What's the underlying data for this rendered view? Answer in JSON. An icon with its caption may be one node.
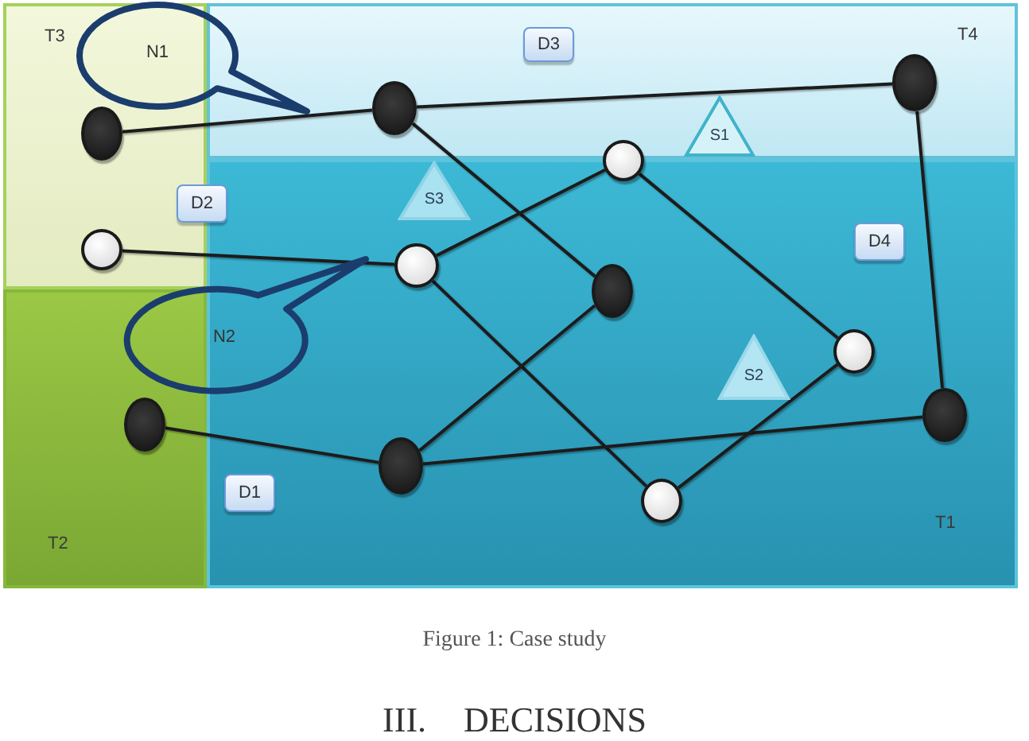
{
  "diagram": {
    "caption": "Figure 1: Case study",
    "nodes": [
      {
        "text": [
          "T3"
        ]
      },
      {
        "text": [
          "T4"
        ]
      },
      {
        "text": [
          "T2"
        ]
      },
      {
        "text": [
          "T1"
        ]
      },
      {
        "text": [
          "N1"
        ]
      },
      {
        "text": [],
        "shape": "circle",
        "in": 0
      },
      {
        "text": [],
        "shape": "circle",
        "in": 1
      },
      {
        "text": [
          "D3"
        ],
        "in": 1
      },
      {
        "text": [],
        "shape": "circle",
        "in": 1
      },
      {
        "text": [
          "S3"
        ],
        "in": 3
      },
      {
        "text": [],
        "shape": "circle"
      },
      {
        "text": [
          "S1"
        ],
        "in": 1
      },
      {
        "text": [
          "D2"
        ]
      },
      {
        "text": [],
        "shape": "circle",
        "in": 0
      },
      {
        "text": [],
        "shape": "circle",
        "in": 3
      },
      {
        "text": [],
        "shape": "circle",
        "in": 3
      },
      {
        "text": [
          "D4"
        ],
        "in": 3
      },
      {
        "text": [
          "N2"
        ]
      },
      {
        "text": [],
        "shape": "circle",
        "in": 3
      },
      {
        "text": [
          "S2"
        ],
        "in": 3
      },
      {
        "text": [],
        "shape": "circle",
        "in": 2
      },
      {
        "text": [],
        "shape": "circle",
        "in": 3
      },
      {
        "text": [],
        "shape": "circle",
        "in": 3
      },
      {
        "text": [
          "D1"
        ],
        "in": 3
      },
      {
        "text": [],
        "shape": "circle",
        "in": 3
      }
    ],
    "edges": [
      {
        "from": 5,
        "to": 6,
        "arrow": "none"
      },
      {
        "from": 6,
        "to": 8,
        "arrow": "none"
      },
      {
        "from": 6,
        "to": 15,
        "arrow": "none"
      },
      {
        "from": 13,
        "to": 14,
        "arrow": "none"
      },
      {
        "from": 14,
        "to": 10,
        "arrow": "none"
      },
      {
        "from": 14,
        "to": 24,
        "arrow": "none"
      },
      {
        "from": 10,
        "to": 18,
        "arrow": "none"
      },
      {
        "from": 8,
        "to": 21,
        "arrow": "none"
      },
      {
        "from": 20,
        "to": 22,
        "arrow": "none"
      },
      {
        "from": 22,
        "to": 15,
        "arrow": "none"
      },
      {
        "from": 22,
        "to": 21,
        "arrow": "none"
      },
      {
        "from": 18,
        "to": 24,
        "arrow": "none"
      }
    ],
    "labels": [
      "III. DECISIONS"
    ]
  }
}
